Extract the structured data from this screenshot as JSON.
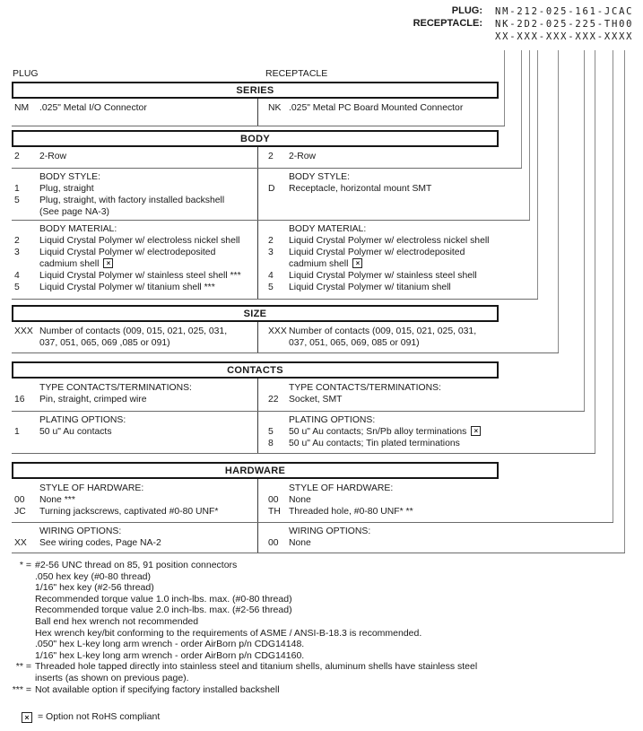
{
  "part_numbers": {
    "plug_label": "PLUG:",
    "plug_value": "NM-212-025-161-JCAC",
    "receptacle_label": "RECEPTACLE:",
    "receptacle_value": "NK-2D2-025-225-TH00",
    "template_value": "XX-XXX-XXX-XXX-XXXX"
  },
  "columns": {
    "left": "PLUG",
    "right": "RECEPTACLE"
  },
  "sections": [
    {
      "title": "SERIES",
      "blocks": [
        {
          "left": {
            "items": [
              {
                "code": "NM",
                "text": ".025\" Metal I/O Connector"
              }
            ]
          },
          "right": {
            "items": [
              {
                "code": "NK",
                "text": ".025\" Metal PC Board Mounted Connector"
              }
            ]
          }
        }
      ]
    },
    {
      "title": "BODY",
      "blocks": [
        {
          "left": {
            "items": [
              {
                "code": "2",
                "text": "2-Row"
              }
            ]
          },
          "right": {
            "items": [
              {
                "code": "2",
                "text": "2-Row"
              }
            ]
          }
        },
        {
          "left": {
            "heading": "BODY STYLE:",
            "items": [
              {
                "code": "1",
                "text": "Plug, straight"
              },
              {
                "code": "5",
                "text": "Plug, straight, with factory installed backshell\n(See page NA-3)"
              }
            ]
          },
          "right": {
            "heading": "BODY STYLE:",
            "items": [
              {
                "code": "D",
                "text": "Receptacle, horizontal mount SMT"
              }
            ]
          }
        },
        {
          "left": {
            "heading": "BODY MATERIAL:",
            "items": [
              {
                "code": "2",
                "text": "Liquid Crystal Polymer w/ electroless nickel shell"
              },
              {
                "code": "3",
                "text": "Liquid Crystal Polymer w/ electrodeposited\ncadmium shell",
                "rohs": true
              },
              {
                "code": "4",
                "text": "Liquid Crystal Polymer w/ stainless steel shell ***"
              },
              {
                "code": "5",
                "text": "Liquid Crystal Polymer w/ titanium shell ***"
              }
            ]
          },
          "right": {
            "heading": "BODY MATERIAL:",
            "items": [
              {
                "code": "2",
                "text": "Liquid Crystal Polymer w/ electroless nickel shell"
              },
              {
                "code": "3",
                "text": "Liquid Crystal Polymer w/ electrodeposited\ncadmium shell",
                "rohs": true
              },
              {
                "code": "4",
                "text": "Liquid Crystal Polymer w/ stainless steel shell"
              },
              {
                "code": "5",
                "text": "Liquid Crystal Polymer w/ titanium shell"
              }
            ]
          }
        }
      ]
    },
    {
      "title": "SIZE",
      "blocks": [
        {
          "left": {
            "items": [
              {
                "code": "XXX",
                "text": "Number of contacts (009, 015, 021, 025, 031,\n037, 051, 065, 069 ,085 or 091)"
              }
            ]
          },
          "right": {
            "items": [
              {
                "code": "XXX",
                "text": "Number of contacts (009, 015, 021, 025, 031,\n037, 051, 065, 069, 085 or 091)"
              }
            ]
          }
        }
      ]
    },
    {
      "title": "CONTACTS",
      "blocks": [
        {
          "left": {
            "heading": "TYPE CONTACTS/TERMINATIONS:",
            "items": [
              {
                "code": "16",
                "text": "Pin, straight, crimped wire"
              }
            ]
          },
          "right": {
            "heading": "TYPE CONTACTS/TERMINATIONS:",
            "items": [
              {
                "code": "22",
                "text": "Socket, SMT"
              }
            ]
          }
        },
        {
          "left": {
            "heading": "PLATING OPTIONS:",
            "items": [
              {
                "code": "1",
                "text": "50 u\" Au contacts"
              }
            ]
          },
          "right": {
            "heading": "PLATING OPTIONS:",
            "items": [
              {
                "code": "5",
                "text": "50 u\" Au contacts; Sn/Pb alloy terminations",
                "rohs": true
              },
              {
                "code": "8",
                "text": "50 u\" Au contacts; Tin plated terminations"
              }
            ]
          }
        }
      ]
    },
    {
      "title": "HARDWARE",
      "blocks": [
        {
          "left": {
            "heading": "STYLE OF HARDWARE:",
            "items": [
              {
                "code": "00",
                "text": "None ***"
              },
              {
                "code": "JC",
                "text": "Turning jackscrews, captivated #0-80 UNF*"
              }
            ]
          },
          "right": {
            "heading": "STYLE OF HARDWARE:",
            "items": [
              {
                "code": "00",
                "text": "None"
              },
              {
                "code": "TH",
                "text": "Threaded hole, #0-80 UNF* **"
              }
            ]
          }
        },
        {
          "left": {
            "heading": "WIRING OPTIONS:",
            "items": [
              {
                "code": "XX",
                "text": "See wiring codes, Page NA-2"
              }
            ]
          },
          "right": {
            "heading": "WIRING OPTIONS:",
            "items": [
              {
                "code": "00",
                "text": "None"
              }
            ]
          }
        }
      ]
    }
  ],
  "footnotes": [
    {
      "marker": "* =",
      "text": "#2-56 UNC thread on 85, 91 position connectors"
    },
    {
      "marker": "",
      "text": ".050 hex key (#0-80 thread)"
    },
    {
      "marker": "",
      "text": "1/16\" hex key (#2-56 thread)"
    },
    {
      "marker": "",
      "text": "Recommended torque value 1.0 inch-lbs. max. (#0-80 thread)"
    },
    {
      "marker": "",
      "text": "Recommended torque value 2.0 inch-lbs. max. (#2-56 thread)"
    },
    {
      "marker": "",
      "text": "Ball end hex wrench not recommended"
    },
    {
      "marker": "",
      "text": "Hex wrench key/bit conforming to the requirements of ASME / ANSI-B-18.3 is recommended."
    },
    {
      "marker": "",
      "text": ".050\" hex L-key long arm wrench - order AirBorn p/n CDG14148."
    },
    {
      "marker": "",
      "text": "1/16\" hex L-key long arm wrench - order AirBorn p/n CDG14160."
    },
    {
      "marker": "** =",
      "text": "Threaded hole tapped directly into stainless steel and titanium shells, aluminum shells have stainless steel\ninserts (as shown on previous page)."
    },
    {
      "marker": "*** =",
      "text": "Not available option if specifying factory installed backshell"
    }
  ],
  "legend": {
    "icon": "rohs-not-compliant-icon",
    "text": "= Option not RoHS compliant"
  }
}
